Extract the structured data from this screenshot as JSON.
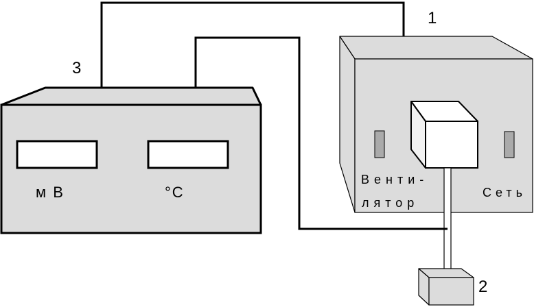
{
  "labels": {
    "device_1": "1",
    "device_2": "2",
    "device_3": "3",
    "millivolt_unit": "м В",
    "celsius_unit": "°С",
    "fan_line1": "Венти-",
    "fan_line2": "лятор",
    "mains": "Сеть"
  },
  "colors": {
    "box_fill": "#dcdcdc",
    "cube_front": "#ffffff",
    "cube_side": "#f2f2f2",
    "display_fill": "#ffffff",
    "stroke": "#000000",
    "background": "#ffffff"
  }
}
